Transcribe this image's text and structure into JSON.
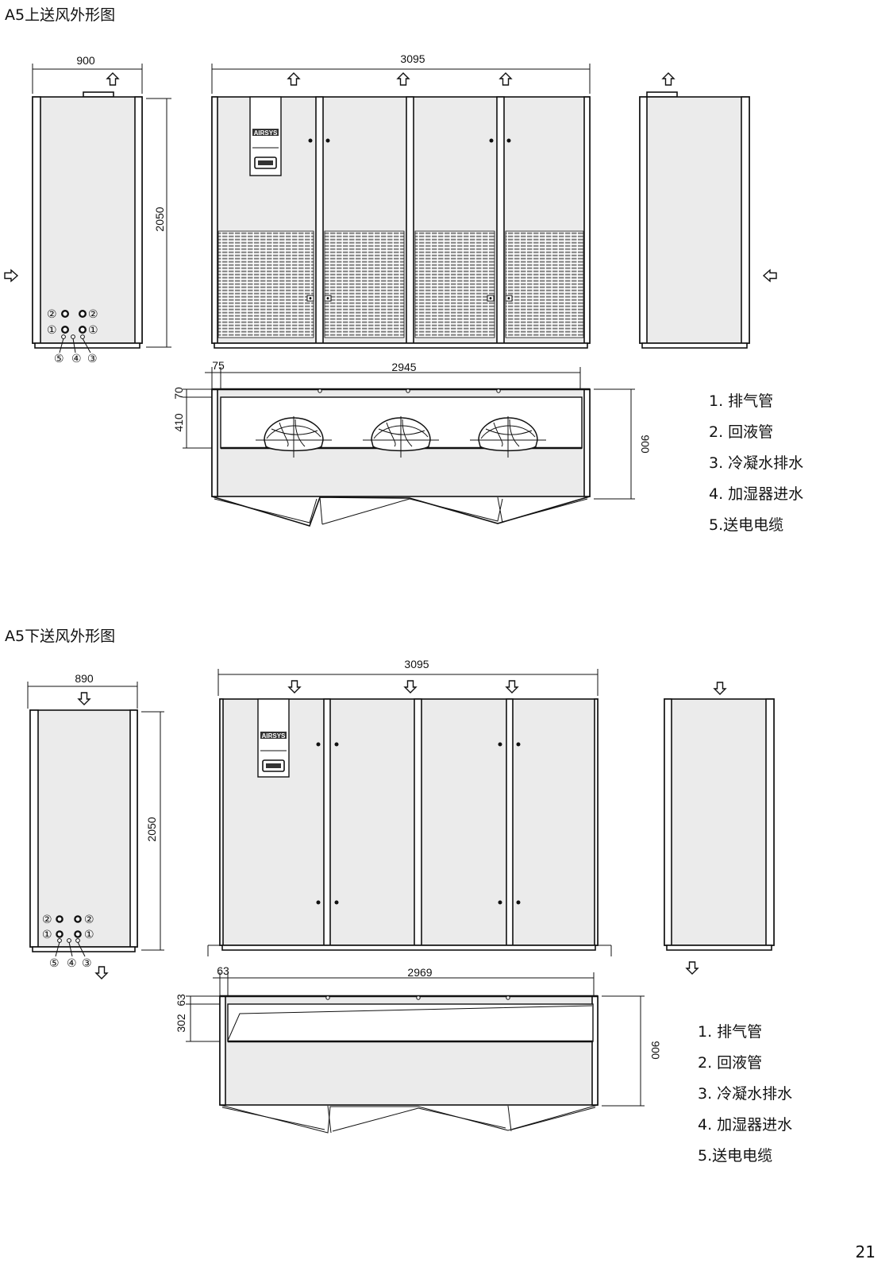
{
  "page_number": "21",
  "brand": "AIRSYS",
  "upper": {
    "title": "A5上送风外形图",
    "dims": {
      "side_width": "900",
      "front_width": "3095",
      "height": "2050",
      "top_offset": "75",
      "top_width": "2945",
      "top_d1": "70",
      "top_d2": "410",
      "depth": "900"
    },
    "legend": [
      "1. 排气管",
      "2. 回液管",
      "3. 冷凝水排水",
      "4. 加湿器进水",
      "5.送电电缆"
    ]
  },
  "lower": {
    "title": "A5下送风外形图",
    "dims": {
      "side_width": "890",
      "front_width": "3095",
      "height": "2050",
      "top_offset": "63",
      "top_width": "2969",
      "top_d1": "63",
      "top_d2": "302",
      "depth": "900"
    },
    "legend": [
      "1. 排气管",
      "2. 回液管",
      "3. 冷凝水排水",
      "4. 加湿器进水",
      "5.送电电缆"
    ]
  },
  "ports": {
    "c1": "①",
    "c2": "②",
    "c3": "③",
    "c4": "④",
    "c5": "⑤"
  }
}
